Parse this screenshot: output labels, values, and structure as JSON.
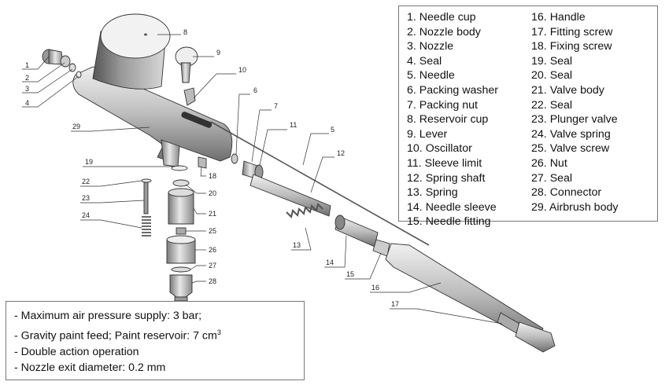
{
  "legend": {
    "items": [
      {
        "number": "1.",
        "label": "Needle cup"
      },
      {
        "number": "2.",
        "label": "Nozzle body"
      },
      {
        "number": "3.",
        "label": "Nozzle"
      },
      {
        "number": "4.",
        "label": "Seal"
      },
      {
        "number": "5.",
        "label": "Needle"
      },
      {
        "number": "6.",
        "label": "Packing washer"
      },
      {
        "number": "7.",
        "label": "Packing nut"
      },
      {
        "number": "8.",
        "label": "Reservoir cup"
      },
      {
        "number": "9.",
        "label": "Lever"
      },
      {
        "number": "10.",
        "label": "Oscillator"
      },
      {
        "number": "11.",
        "label": "Sleeve limit"
      },
      {
        "number": "12.",
        "label": "Spring shaft"
      },
      {
        "number": "13.",
        "label": "Spring"
      },
      {
        "number": "14.",
        "label": "Needle sleeve"
      },
      {
        "number": "15.",
        "label": "Needle fitting"
      },
      {
        "number": "16.",
        "label": "Handle"
      },
      {
        "number": "17.",
        "label": "Fitting screw"
      },
      {
        "number": "18.",
        "label": "Fixing screw"
      },
      {
        "number": "19.",
        "label": "Seal"
      },
      {
        "number": "20.",
        "label": "Seal"
      },
      {
        "number": "21.",
        "label": "Valve body"
      },
      {
        "number": "22.",
        "label": "Seal"
      },
      {
        "number": "23.",
        "label": "Plunger valve"
      },
      {
        "number": "24.",
        "label": "Valve spring"
      },
      {
        "number": "25.",
        "label": "Valve screw"
      },
      {
        "number": "26.",
        "label": "Nut"
      },
      {
        "number": "27.",
        "label": "Seal"
      },
      {
        "number": "28.",
        "label": "Connector"
      },
      {
        "number": "29.",
        "label": "Airbrush body"
      }
    ]
  },
  "specs": {
    "line1": "- Maximum air pressure supply: 3 bar;",
    "line2_prefix": "- Gravity paint feed; Paint reservoir: 7 cm",
    "line2_sup": "3",
    "line3": "- Double action operation",
    "line4": "- Nozzle exit diameter: 0.2 mm"
  },
  "callouts": [
    "1",
    "2",
    "3",
    "4",
    "5",
    "6",
    "7",
    "8",
    "9",
    "10",
    "11",
    "12",
    "13",
    "14",
    "15",
    "16",
    "17",
    "18",
    "19",
    "20",
    "21",
    "22",
    "23",
    "24",
    "25",
    "26",
    "27",
    "28",
    "29"
  ],
  "colors": {
    "part_light": "#e6e6e6",
    "part_mid": "#b4b4b4",
    "part_dark": "#7a7a7a",
    "line": "#333333"
  }
}
